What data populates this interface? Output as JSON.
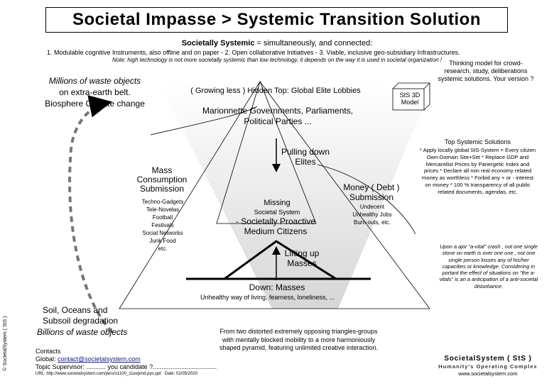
{
  "header": {
    "title": "Societal Impasse > Systemic Transition Solution",
    "subtitle_bold": "Societally Systemic",
    "subtitle_rest": " = simultaneously, and connected:",
    "principles": "1. Modulable cognitive Instruments, also offline and on paper - 2. Open collaborative Initiatives - 3. Viable, inclusive geo-subsidiary Infrastructures.",
    "note": "Note: high technology is not more societally systemic than low technology, it depends on the way it is used in societal organization !"
  },
  "left": {
    "waste_objects": "Millions of waste objects",
    "extra_earth": "on extra-earth belt.",
    "climate": "Biosphere Climate change",
    "mass_consumption": "Mass Consumption Submission",
    "consumption_items": [
      "Techno-Gadgets",
      "Tele-Novelas",
      "Football",
      "Festivals",
      "Social Networks",
      "Junk Food",
      "etc."
    ],
    "soil": "Soil, Oceans and Subsoil degradation",
    "billions_waste": "Billions of waste objects"
  },
  "pyramid": {
    "hidden_top": "( Growing less ) Hidden Top: Global Elite Lobbies",
    "marionnette": "Marionnette Governments, Parliaments, Political Parties ...",
    "pulling_down": "Pulling down Elites",
    "money": "Money ( Debt ) Submission",
    "money_items": [
      "Undecent",
      "Unhealthy Jobs",
      "Burn-outs, etc."
    ],
    "missing_label": "Missing",
    "missing_system": "Societal System",
    "proactive": "- Societally Proactive Medium Citizens",
    "lifting_up": "Lifting up Masses",
    "down_masses": "Down: Masses",
    "unhealthy_living": "Unhealthy way of living, fearness, loneliness, ..."
  },
  "right": {
    "thinking_model": "Thinking model for crowd-research, study, deliberations systemic solutions. Your version ?",
    "sts3d": "StS 3D Model",
    "top_solutions_title": "Top Systemic Solutions",
    "top_solutions": "* Apply locally global StS-System = Every citizen Own-Domain Site+Set * Replace GDP and Mercantilist Prices by Panergetic Index and prices * Declare all non real economy related money as worthless * Forbid any + or - interest on money * 100 % transparency of all public related documents, agendas, etc.",
    "quote": "Upon a ajor \"a-vital\" crash , not one single stone on earth is over one one , not one single person losses any of his/her capacities or knowledge. Considering in portant the effect of situations on \"the a-vitals\" is an a anticipation of a anti-societal disturbance."
  },
  "bottom": {
    "transition_text": "From two distorted extremely opposing triangles-groups with mentally blocked mobility to a more harmoniously shaped pyramid, featuring unlimited creative interaction.",
    "contacts_label": "Contacts",
    "global_label": "Global: ",
    "global_email": "contact@societalsystem.com",
    "topic_supervisor": "Topic Supervisor: ........... you candidate ?....................................",
    "url_line": "URL: http://www.societalsystem.com/pers/s1100_11expmd.pps.ppt",
    "date": "Date: 01/05/2020",
    "brand_name": "SocietalSystem ( StS )",
    "brand_tagline": "Humanity's Operating Complex",
    "brand_url": "www.societalsystem.com",
    "side_copyright": "© SocietalSystem ( StS )"
  }
}
